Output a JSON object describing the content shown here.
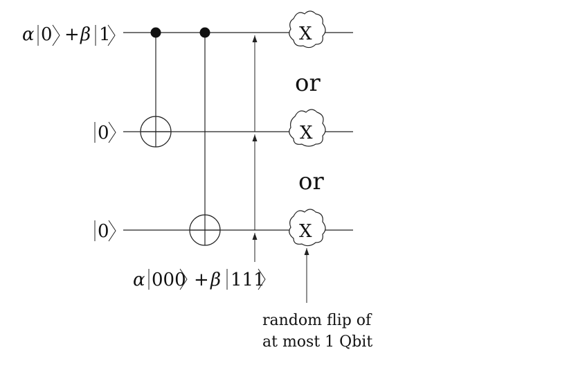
{
  "inputs": {
    "q0": {
      "coef_a": "α",
      "ket_a": "0",
      "plus": "+",
      "coef_b": "β",
      "ket_b": "1"
    },
    "q1": {
      "ket": "0"
    },
    "q2": {
      "ket": "0"
    }
  },
  "output": {
    "coef_a": "α",
    "ket_a": "000",
    "plus": "+",
    "coef_b": "β",
    "ket_b": "111"
  },
  "noise": {
    "gate_label": "X",
    "or_label": "or",
    "note_line1": "random flip of",
    "note_line2": "at most 1 Qbit"
  },
  "colors": {
    "ink": "#222222",
    "background": "#ffffff"
  }
}
